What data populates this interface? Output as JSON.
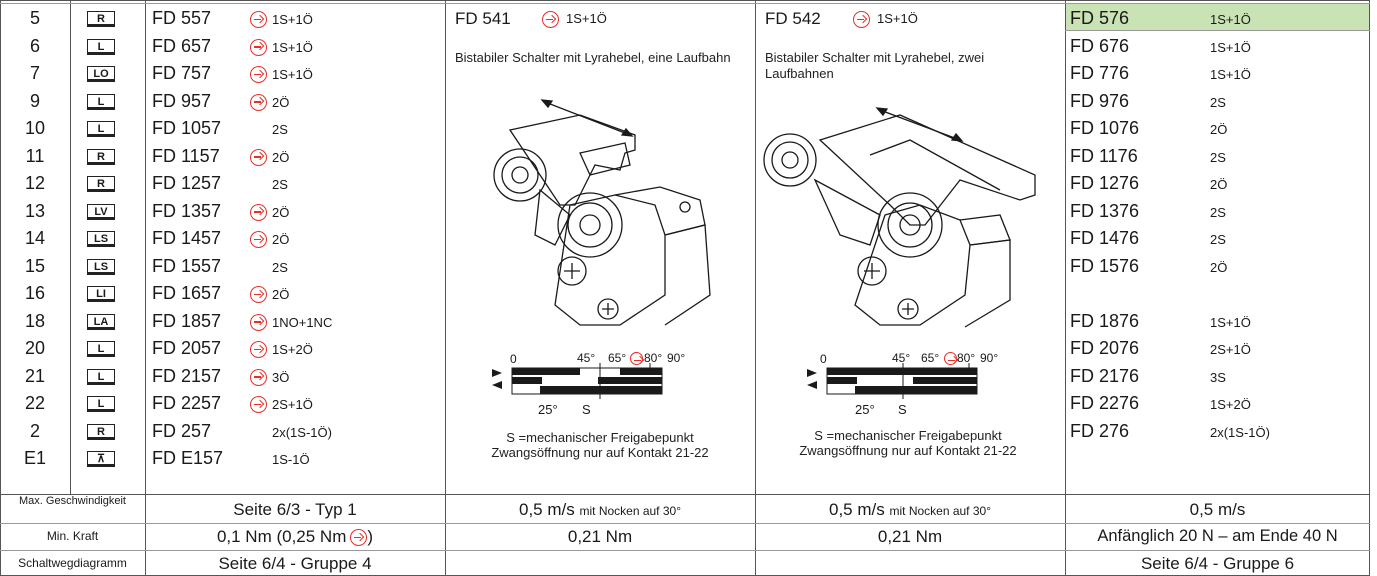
{
  "rows": [
    {
      "num": "5",
      "badge": "R",
      "fd": "FD 557",
      "arrow": true,
      "contact": "1S+1Ö"
    },
    {
      "num": "6",
      "badge": "L",
      "fd": "FD 657",
      "arrow": true,
      "contact": "1S+1Ö"
    },
    {
      "num": "7",
      "badge": "LO",
      "fd": "FD 757",
      "arrow": true,
      "contact": "1S+1Ö"
    },
    {
      "num": "9",
      "badge": "L",
      "fd": "FD 957",
      "arrow": true,
      "contact": "2Ö"
    },
    {
      "num": "10",
      "badge": "L",
      "fd": "FD 1057",
      "arrow": false,
      "contact": "2S"
    },
    {
      "num": "11",
      "badge": "R",
      "fd": "FD 1157",
      "arrow": true,
      "contact": "2Ö"
    },
    {
      "num": "12",
      "badge": "R",
      "fd": "FD 1257",
      "arrow": false,
      "contact": "2S"
    },
    {
      "num": "13",
      "badge": "LV",
      "fd": "FD 1357",
      "arrow": true,
      "contact": "2Ö"
    },
    {
      "num": "14",
      "badge": "LS",
      "fd": "FD 1457",
      "arrow": true,
      "contact": "2Ö"
    },
    {
      "num": "15",
      "badge": "LS",
      "fd": "FD 1557",
      "arrow": false,
      "contact": "2S"
    },
    {
      "num": "16",
      "badge": "LI",
      "fd": "FD 1657",
      "arrow": true,
      "contact": "2Ö"
    },
    {
      "num": "18",
      "badge": "LA",
      "fd": "FD 1857",
      "arrow": true,
      "contact": "1NO+1NC"
    },
    {
      "num": "20",
      "badge": "L",
      "fd": "FD 2057",
      "arrow": true,
      "contact": "1S+2Ö"
    },
    {
      "num": "21",
      "badge": "L",
      "fd": "FD 2157",
      "arrow": true,
      "contact": "3Ö"
    },
    {
      "num": "22",
      "badge": "L",
      "fd": "FD 2257",
      "arrow": true,
      "contact": "2S+1Ö"
    },
    {
      "num": "2",
      "badge": "R",
      "fd": "FD 257",
      "arrow": false,
      "contact": "2x(1S-1Ö)"
    },
    {
      "num": "E1",
      "badge": "⊼",
      "fd": "FD E157",
      "arrow": false,
      "contact": "1S-1Ö"
    }
  ],
  "right_rows": [
    {
      "fd": "FD 576",
      "contact": "1S+1Ö"
    },
    {
      "fd": "FD 676",
      "contact": "1S+1Ö"
    },
    {
      "fd": "FD 776",
      "contact": "1S+1Ö"
    },
    {
      "fd": "FD 976",
      "contact": "2S"
    },
    {
      "fd": "FD 1076",
      "contact": "2Ö"
    },
    {
      "fd": "FD 1176",
      "contact": "2S"
    },
    {
      "fd": "FD 1276",
      "contact": "2Ö"
    },
    {
      "fd": "FD 1376",
      "contact": "2S"
    },
    {
      "fd": "FD 1476",
      "contact": "2S"
    },
    {
      "fd": "FD 1576",
      "contact": "2Ö"
    },
    {
      "fd": "",
      "contact": ""
    },
    {
      "fd": "FD 1876",
      "contact": "1S+1Ö"
    },
    {
      "fd": "FD 2076",
      "contact": "2S+1Ö"
    },
    {
      "fd": "FD 2176",
      "contact": "3S"
    },
    {
      "fd": "FD 2276",
      "contact": "1S+2Ö"
    },
    {
      "fd": "FD 276",
      "contact": "2x(1S-1Ö)"
    },
    {
      "fd": "",
      "contact": ""
    }
  ],
  "col541": {
    "title": "FD 541",
    "contact": "1S+1Ö",
    "desc": "Bistabiler Schalter mit Lyrahebel, eine Laufbahn",
    "note1": "S =mechanischer Freigabepunkt",
    "note2": "Zwangsöffnung nur auf Kontakt 21-22",
    "speed": "0,5 m/s",
    "speed_note": "mit Nocken auf 30°",
    "force": "0,21 Nm"
  },
  "col542": {
    "title": "FD 542",
    "contact": "1S+1Ö",
    "desc": "Bistabiler Schalter mit Lyrahebel, zwei Laufbahnen",
    "note1": "S =mechanischer Freigabepunkt",
    "note2": "Zwangsöffnung nur auf Kontakt 21-22",
    "speed": "0,5 m/s",
    "speed_note": "mit Nocken auf 30°",
    "force": "0,21 Nm"
  },
  "diagram": {
    "t0": "0",
    "t45": "45°",
    "t65": "65°",
    "t80": "80°",
    "t90": "90°",
    "t25": "25°",
    "ts": "S"
  },
  "footer": {
    "speed_label": "Max. Geschwindigkeit",
    "force_label": "Min. Kraft",
    "diagram_label": "Schaltwegdiagramm",
    "left_speed": "Seite 6/3 - Typ 1",
    "left_force": "0,1 Nm (0,25 Nm",
    "left_force_end": ")",
    "left_diagram": "Seite 6/4 - Gruppe 4",
    "right_speed": "0,5 m/s",
    "right_force": "Anfänglich 20 N – am Ende 40 N",
    "right_diagram": "Seite 6/4 - Gruppe 6"
  },
  "colors": {
    "accent_red": "#e5302a",
    "highlight_green": "#c9e3b4"
  }
}
